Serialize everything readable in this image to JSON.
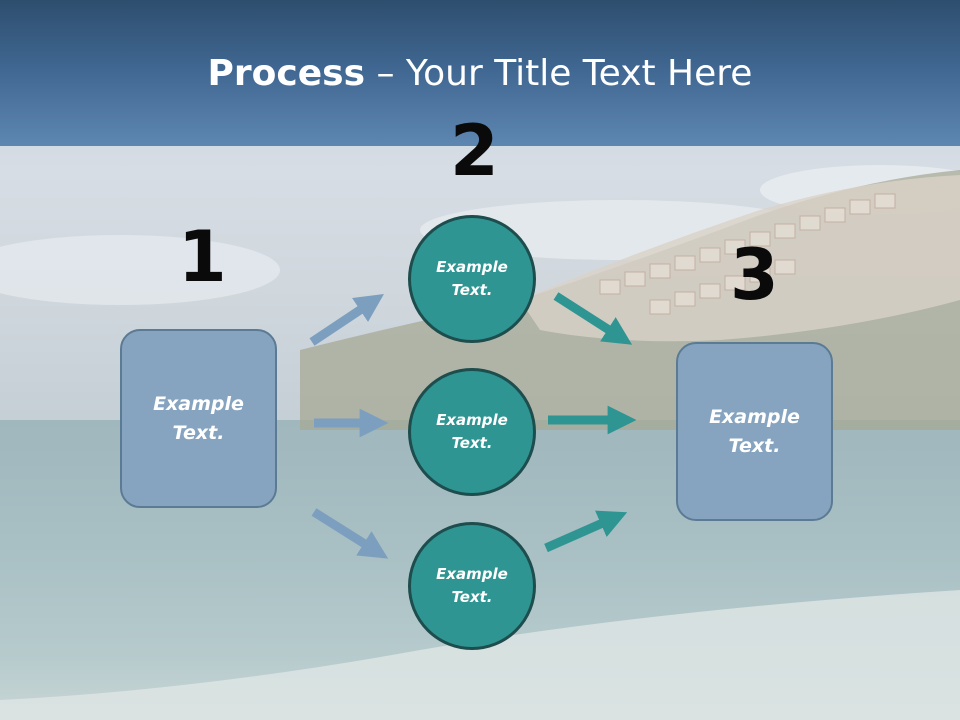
{
  "title": {
    "bold": "Process",
    "rest": " – Your Title Text Here"
  },
  "steps": {
    "one": "1",
    "two": "2",
    "three": "3"
  },
  "left_box": {
    "line1": "Example",
    "line2": "Text."
  },
  "right_box": {
    "line1": "Example",
    "line2": "Text."
  },
  "circles": [
    {
      "line1": "Example",
      "line2": "Text."
    },
    {
      "line1": "Example",
      "line2": "Text."
    },
    {
      "line1": "Example",
      "line2": "Text."
    }
  ],
  "colors": {
    "title_band": "#3f6690",
    "box_fill": "#86a4c0",
    "circle_fill": "#2f9592",
    "arrow_left": "#7d9fbf",
    "arrow_right": "#2f9592"
  }
}
